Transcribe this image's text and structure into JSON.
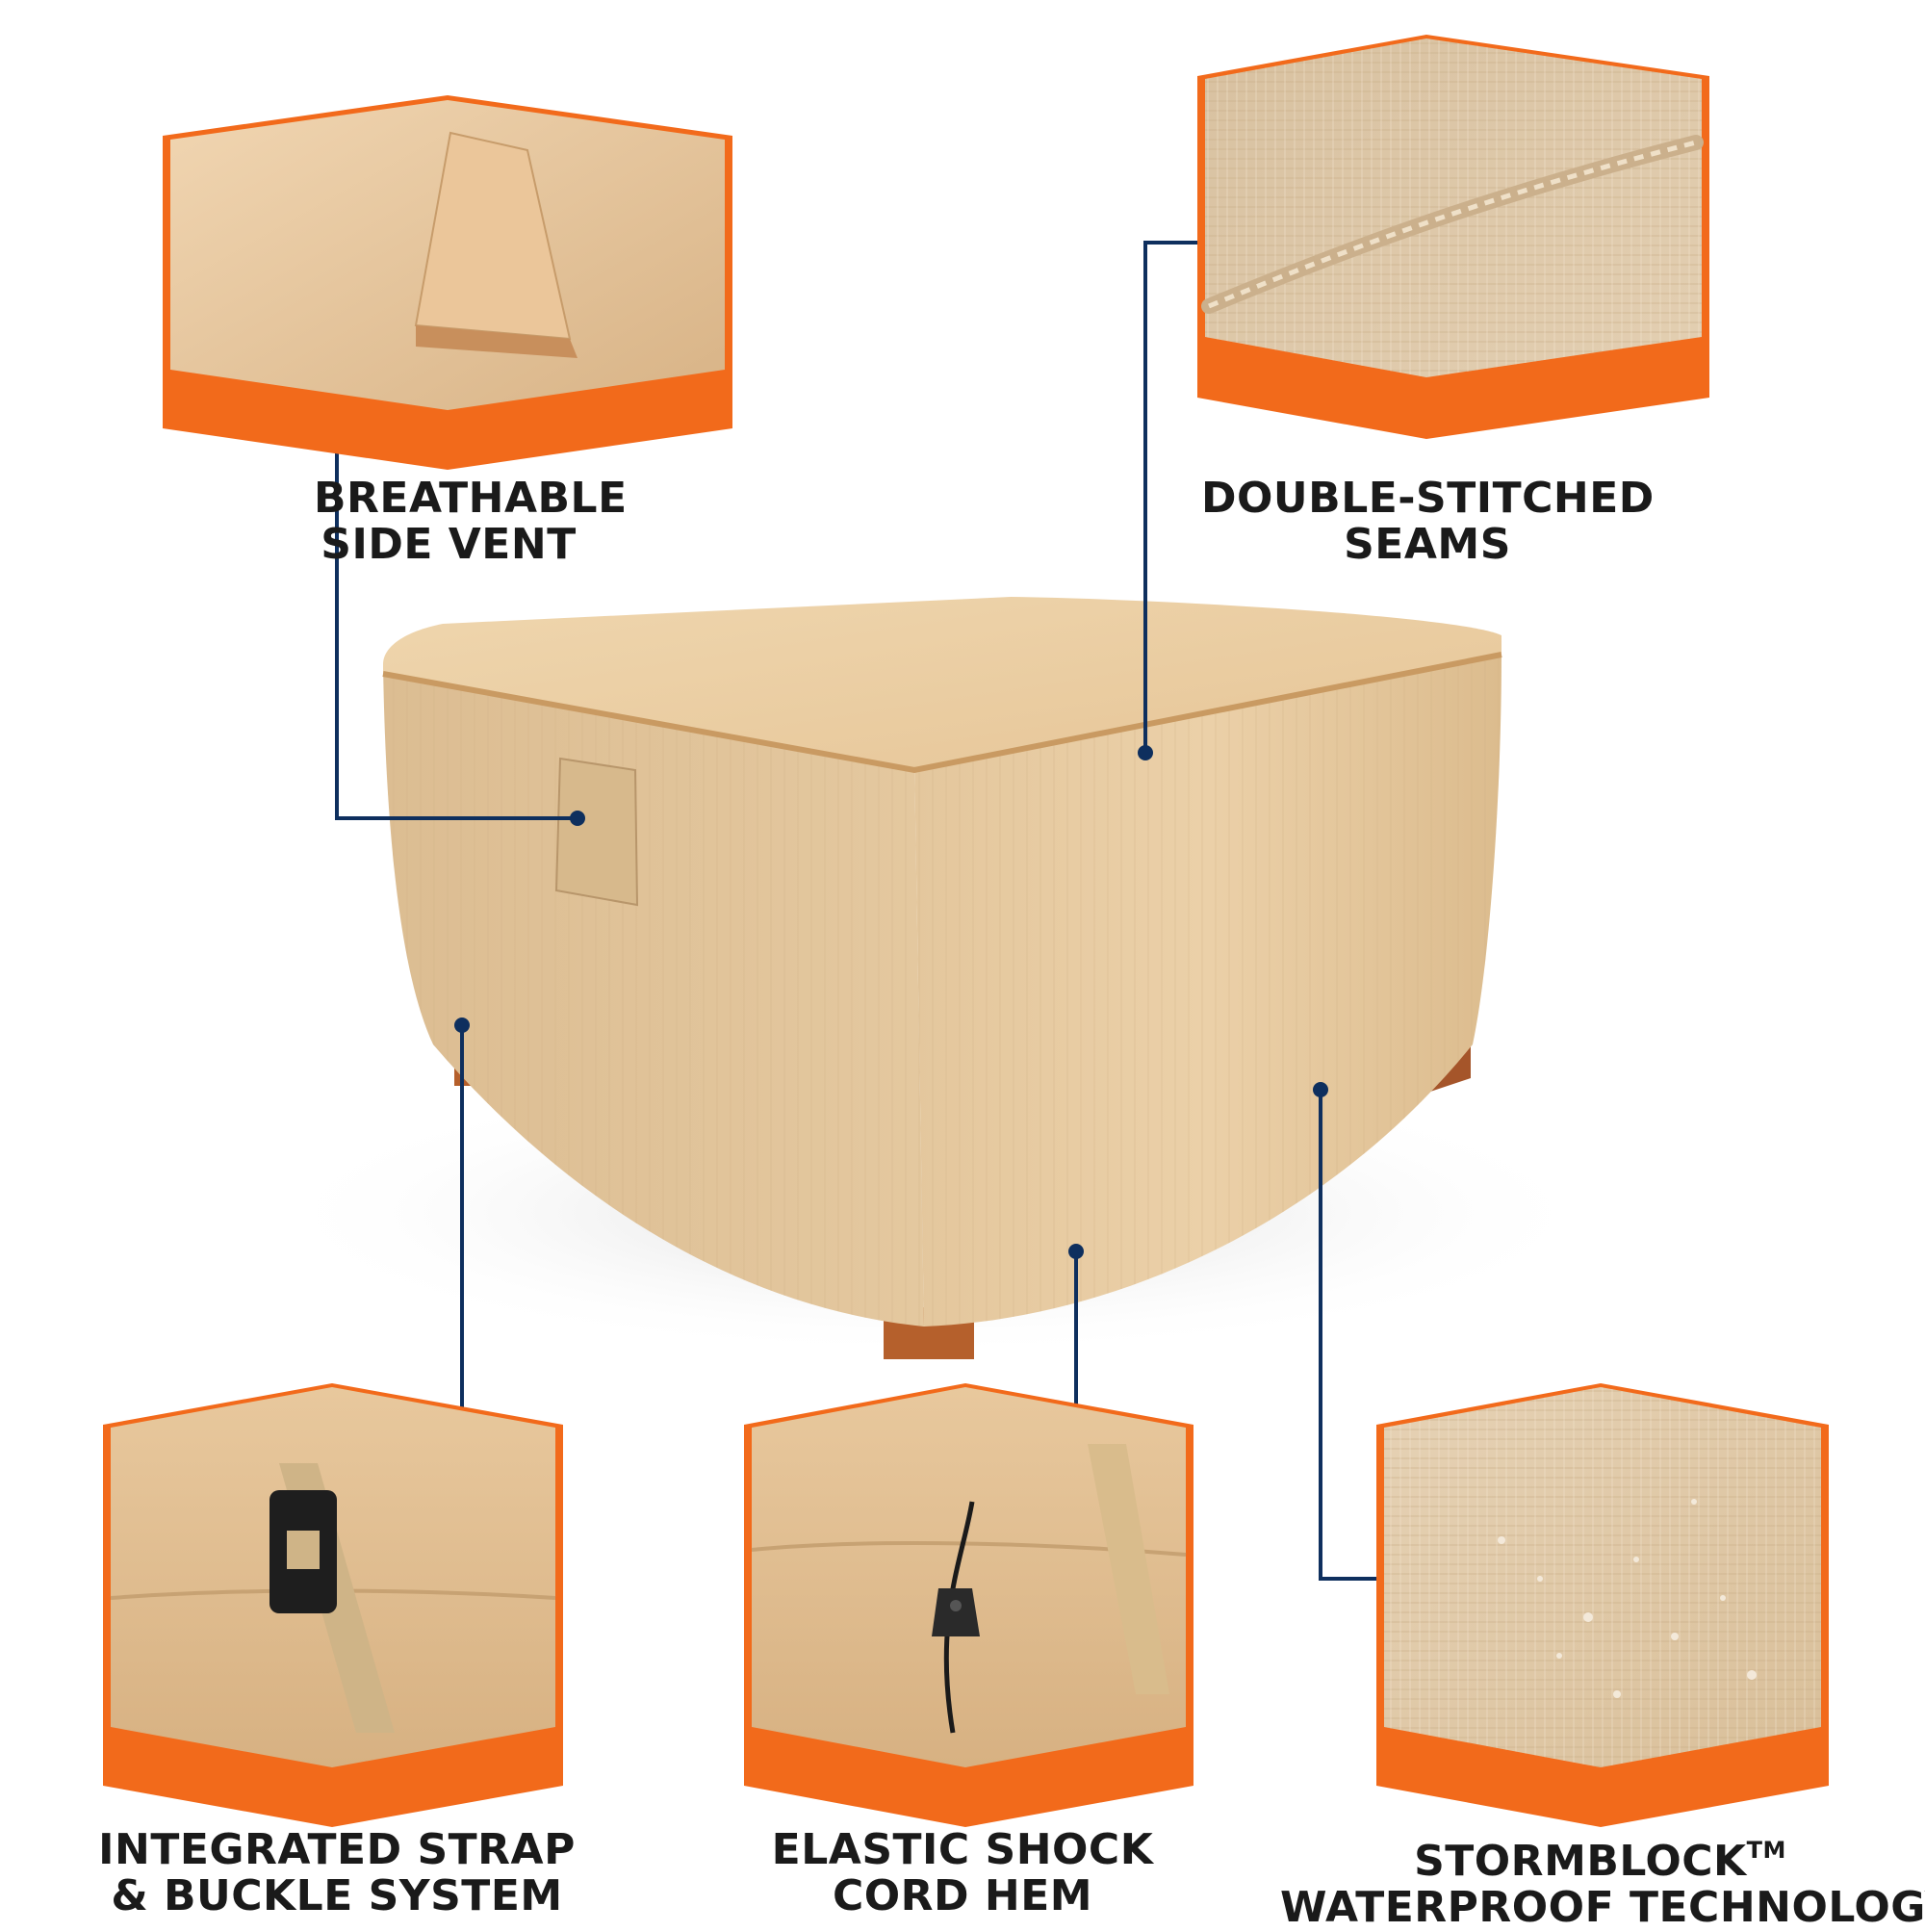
{
  "colors": {
    "accent_orange": "#f26a1b",
    "connector_navy": "#0e2f5e",
    "fabric_tan": "#e3c39a",
    "fabric_dark": "#c9a479",
    "leg_wood": "#b8622d"
  },
  "callouts": [
    {
      "id": "vent",
      "line1": "BREATHABLE",
      "line2": "SIDE VENT",
      "sup": ""
    },
    {
      "id": "seams",
      "line1": "DOUBLE-STITCHED",
      "line2": "SEAMS",
      "sup": ""
    },
    {
      "id": "strap",
      "line1": "INTEGRATED STRAP",
      "line2": "& BUCKLE SYSTEM",
      "sup": ""
    },
    {
      "id": "hem",
      "line1": "ELASTIC SHOCK",
      "line2": "CORD HEM",
      "sup": ""
    },
    {
      "id": "storm",
      "line1": "STORMBLOCK",
      "line2": "WATERPROOF TECHNOLOGY",
      "sup": "TM"
    }
  ]
}
